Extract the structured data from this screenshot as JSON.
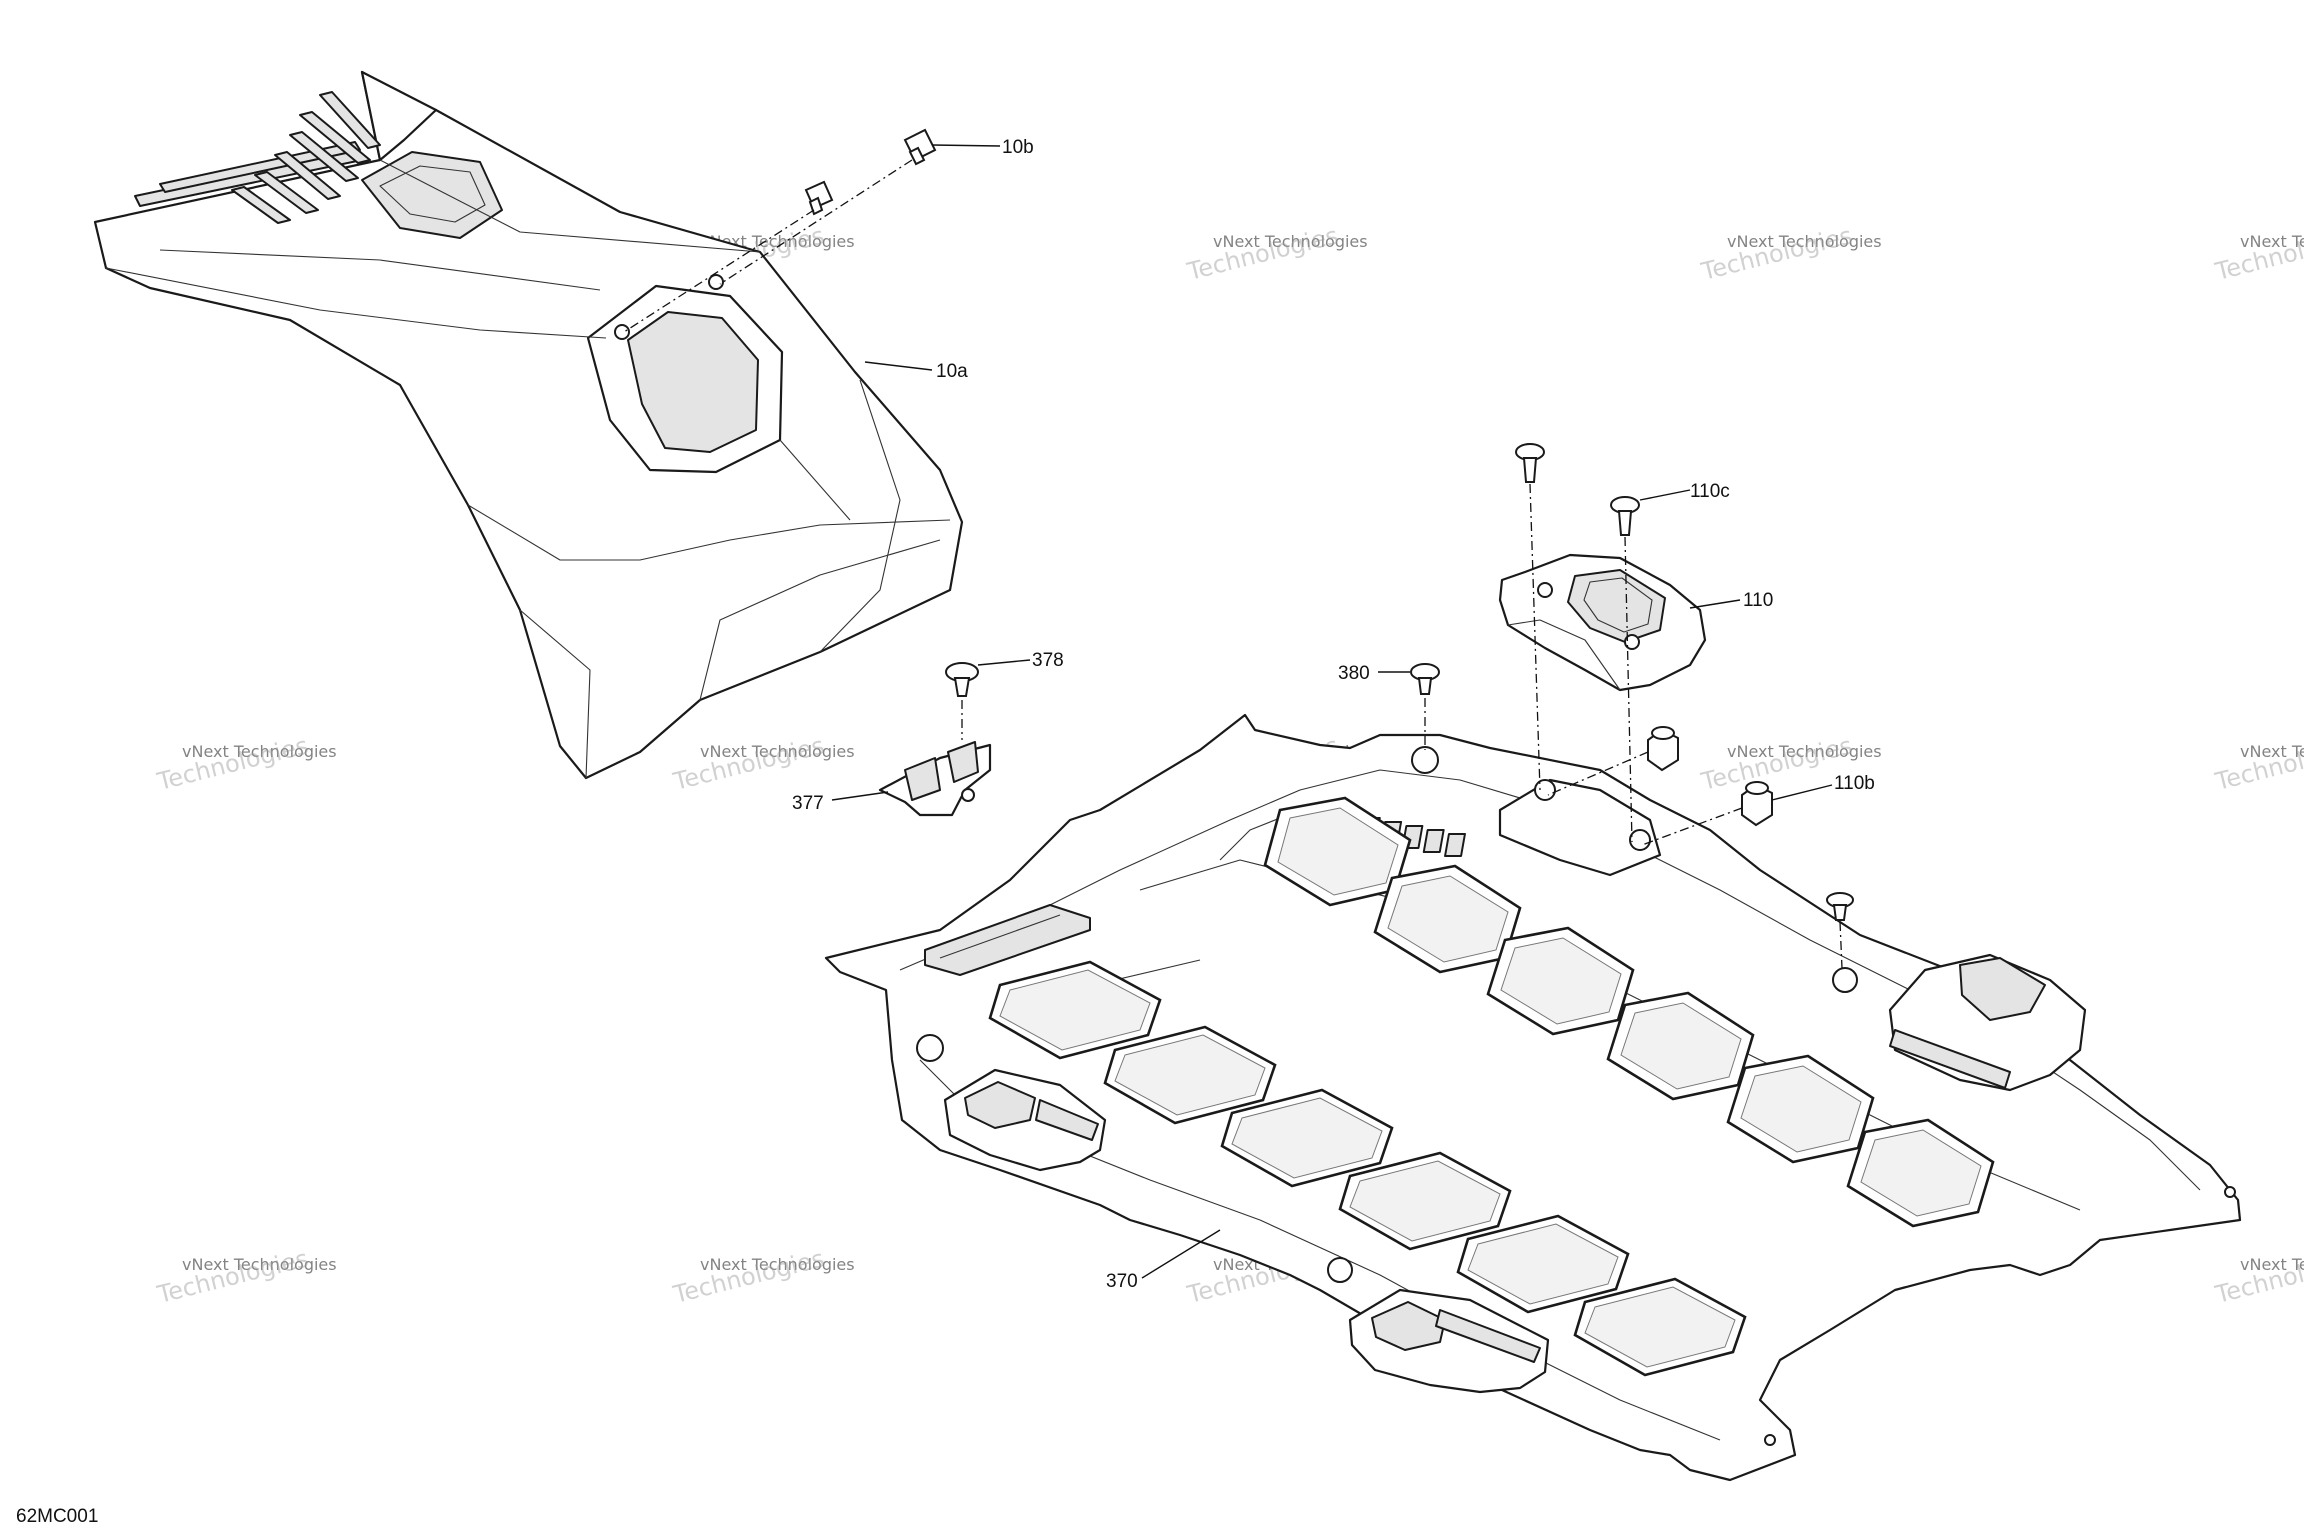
{
  "diagram": {
    "figure_ref": "62MC001",
    "callouts": {
      "c10b_top": "10b",
      "c10a": "10a",
      "c110c": "110c",
      "c110": "110",
      "c378": "378",
      "c380": "380",
      "c377": "377",
      "c110b": "110b",
      "c370": "370"
    },
    "watermark": {
      "line1": "vNext Technologies",
      "line2": "Technologies"
    }
  }
}
